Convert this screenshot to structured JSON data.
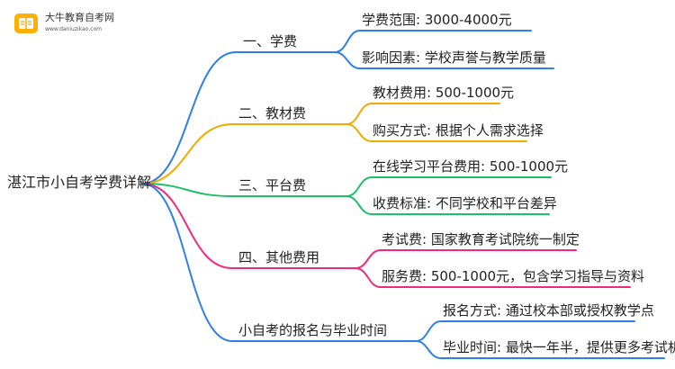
{
  "logo": {
    "title": "大牛教育自考网",
    "url": "www.daniuzikao.com"
  },
  "mindmap": {
    "root": "湛江市小自考学费详解",
    "branches": [
      {
        "label": "一、学费",
        "color": "#2f7fe6",
        "children": [
          "学费范围: 3000-4000元",
          "影响因素: 学校声誉与教学质量"
        ]
      },
      {
        "label": "二、教材费",
        "color": "#f2a900",
        "children": [
          "教材费用: 500-1000元",
          "购买方式: 根据个人需求选择"
        ]
      },
      {
        "label": "三、平台费",
        "color": "#1fbf6a",
        "children": [
          "在线学习平台费用: 500-1000元",
          "收费标准: 不同学校和平台差异"
        ]
      },
      {
        "label": "四、其他费用",
        "color": "#ee2a7b",
        "children": [
          "考试费: 国家教育考试院统一制定",
          "服务费: 500-1000元，包含学习指导与资料"
        ]
      },
      {
        "label": "小自考的报名与毕业时间",
        "color": "#2f7fe6",
        "children": [
          "报名方式: 通过校本部或授权教学点",
          "毕业时间: 最快一年半，提供更多考试机会"
        ]
      }
    ]
  }
}
